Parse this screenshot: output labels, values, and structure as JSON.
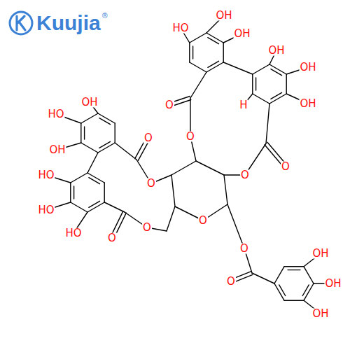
{
  "diagram": {
    "labels": [
      "Kuujia",
      "®",
      "HO",
      "OH",
      "OH",
      "H",
      "OH",
      "OH",
      "OH",
      "O",
      "O",
      "O",
      "O",
      "OH",
      "HO",
      "OH",
      "O",
      "O",
      "HO",
      "HO",
      "HO",
      "O",
      "O",
      "O",
      "O",
      "O",
      "OH",
      "OH",
      "OH"
    ]
  }
}
